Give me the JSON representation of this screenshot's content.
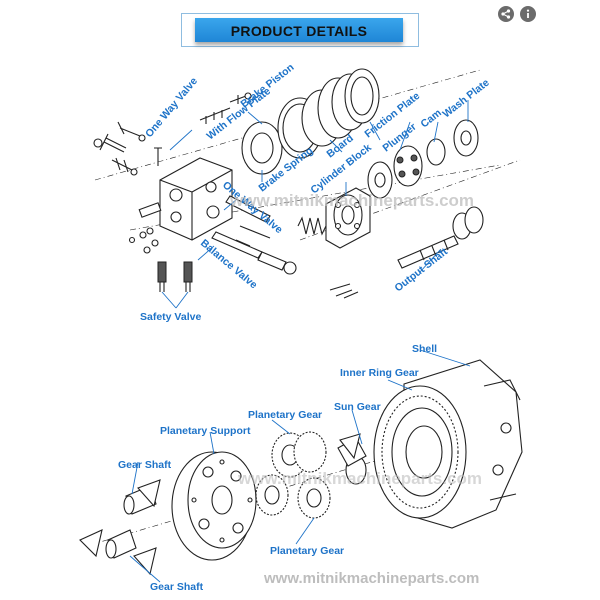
{
  "header": {
    "title": "PRODUCT DETAILS"
  },
  "toolbar": {
    "icons": [
      "share-icon",
      "info-icon"
    ]
  },
  "labels": {
    "one_way_valve_top": "One Way Valve",
    "brake_piston": "Brake Piston",
    "with_flow_plate": "With Flow Plate",
    "brake_spring": "Brake Spring",
    "board": "Board",
    "friction_plate": "Friction Plate",
    "cylinder_block": "Cylinder Block",
    "plunger": "Plunger",
    "cam": "Cam",
    "wash_plate": "Wash Plate",
    "one_way_valve_mid": "One Way Valve",
    "balance_valve": "Balance Valve",
    "output_shaft": "Output Shaft",
    "safety_valve": "Safety Valve",
    "shell": "Shell",
    "inner_ring_gear": "Inner Ring Gear",
    "sun_gear": "Sun Gear",
    "planetary_gear_top": "Planetary Gear",
    "planetary_support": "Planetary Support",
    "gear_shaft_left": "Gear Shaft",
    "planetary_gear_bottom": "Planetary Gear",
    "gear_shaft_bottom": "Gear Shaft"
  },
  "watermarks": {
    "mid": "www.mitnikmachineparts.com",
    "lower": "www.mitnikmachineparts.com",
    "footer": "www.mitnikmachineparts.com"
  }
}
